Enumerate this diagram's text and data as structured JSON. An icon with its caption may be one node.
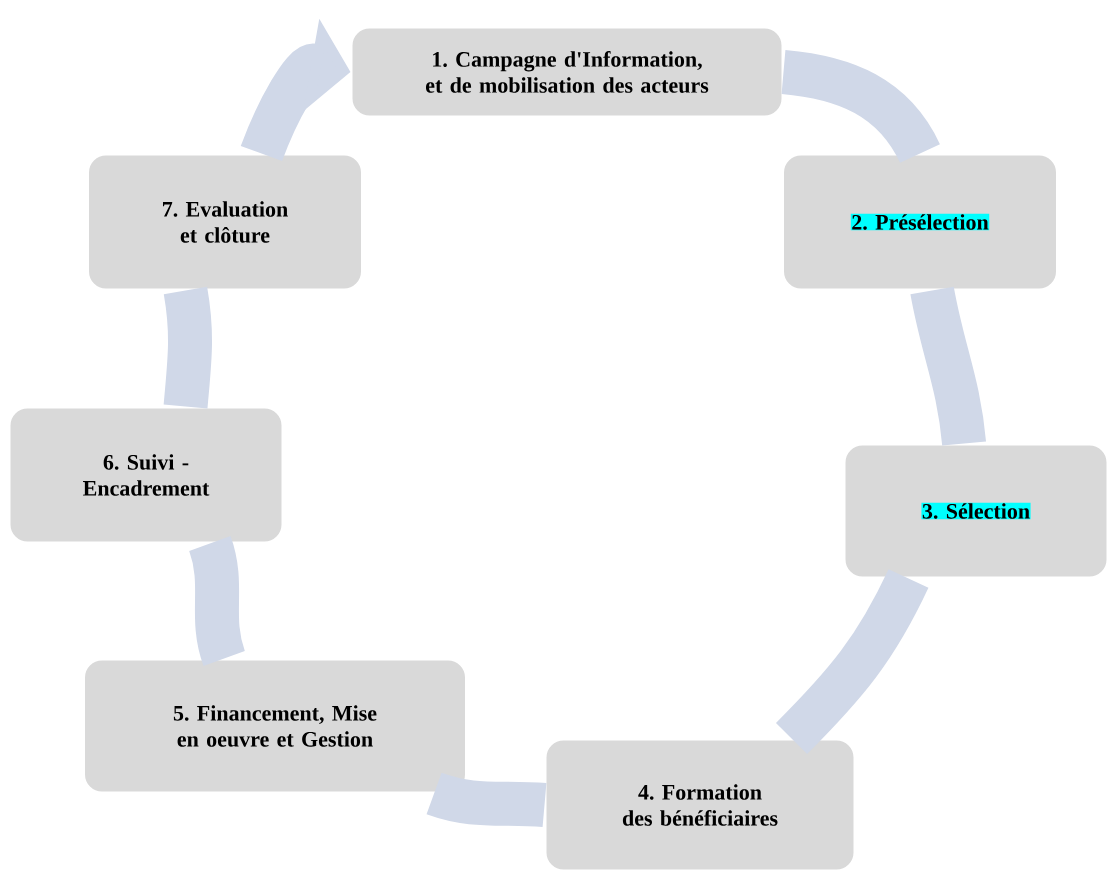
{
  "diagram": {
    "nodes": [
      {
        "text": [
          "1. Campagne d'Information, et de mobilisation des acteurs"
        ]
      },
      {
        "text": [
          "2. Présélection"
        ]
      },
      {
        "text": [
          "3. Sélection"
        ]
      },
      {
        "text": [
          "4. Formation des bénéficiaires"
        ]
      },
      {
        "text": [
          "5. Financement, Mise en oeuvre et Gestion"
        ]
      },
      {
        "text": [
          "6. Suivi - Encadrement"
        ]
      },
      {
        "text": [
          "7. Evaluation et clôture"
        ]
      }
    ],
    "edges": [
      {
        "from": 0,
        "to": 1,
        "arrow": "none"
      },
      {
        "from": 1,
        "to": 2,
        "arrow": "none"
      },
      {
        "from": 2,
        "to": 3,
        "arrow": "none"
      },
      {
        "from": 3,
        "to": 4,
        "arrow": "none"
      },
      {
        "from": 4,
        "to": 5,
        "arrow": "none"
      },
      {
        "from": 5,
        "to": 6,
        "arrow": "none"
      },
      {
        "from": 6,
        "to": 0,
        "arrow": "to"
      }
    ]
  }
}
